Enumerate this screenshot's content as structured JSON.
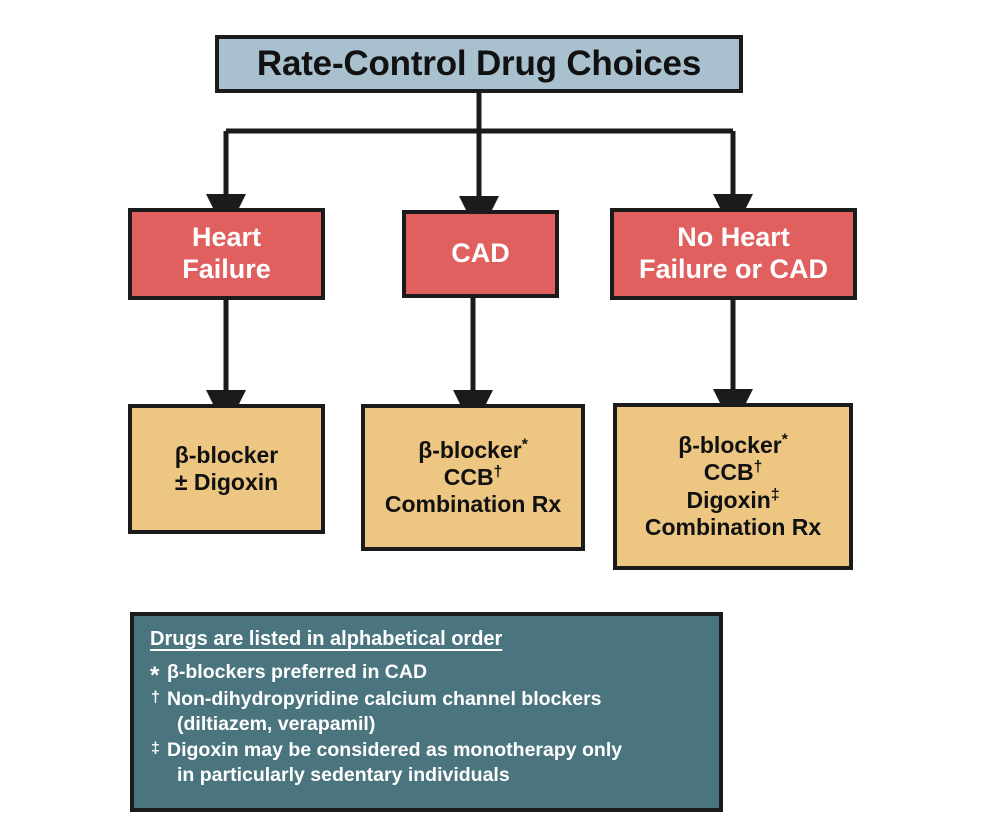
{
  "diagram": {
    "title": "Rate-Control Drug Choices",
    "conditions": [
      {
        "id": "heart-failure",
        "line1": "Heart",
        "line2": "Failure"
      },
      {
        "id": "cad",
        "line1": "CAD",
        "line2": ""
      },
      {
        "id": "no-heart-failure-or-cad",
        "line1": "No Heart",
        "line2": "Failure or CAD"
      }
    ],
    "treatments": [
      {
        "id": "rx-heart-failure",
        "lines": [
          {
            "text": "β-blocker",
            "sup": ""
          },
          {
            "text": "± Digoxin",
            "sup": ""
          }
        ]
      },
      {
        "id": "rx-cad",
        "lines": [
          {
            "text": "β-blocker",
            "sup": "*"
          },
          {
            "text": "CCB",
            "sup": "†"
          },
          {
            "text": "Combination Rx",
            "sup": ""
          }
        ]
      },
      {
        "id": "rx-no-heart-failure-or-cad",
        "lines": [
          {
            "text": "β-blocker",
            "sup": "*"
          },
          {
            "text": "CCB",
            "sup": "†"
          },
          {
            "text": "Digoxin",
            "sup": "‡"
          },
          {
            "text": "Combination Rx",
            "sup": ""
          }
        ]
      }
    ]
  },
  "legend": {
    "heading": "Drugs are listed in alphabetical order",
    "notes": [
      {
        "marker": "*",
        "marker_style": "star",
        "text": "β-blockers preferred in CAD",
        "continuation": ""
      },
      {
        "marker": "†",
        "marker_style": "dag",
        "text": "Non-dihydropyridine calcium channel blockers",
        "continuation": "(diltiazem, verapamil)"
      },
      {
        "marker": "‡",
        "marker_style": "dag",
        "text": "Digoxin may be considered as monotherapy only",
        "continuation": "in particularly sedentary individuals"
      }
    ]
  },
  "colors": {
    "title_fill": "#a9c1ce",
    "condition_fill": "#e0605f",
    "treatment_fill": "#edc682",
    "legend_fill": "#4a747e",
    "stroke": "#1b1b1b",
    "background": "#ffffff"
  }
}
